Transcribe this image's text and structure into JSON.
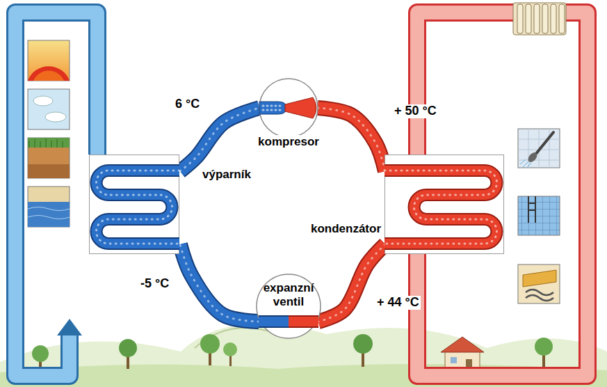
{
  "diagram": {
    "nodes": [
      {
        "text": [
          "výparník"
        ]
      },
      {
        "text": [
          "kompresor"
        ]
      },
      {
        "text": [
          "kondenzátor"
        ]
      },
      {
        "text": [
          "expanzní ventil"
        ]
      }
    ],
    "edges": [
      {
        "from": 0,
        "to": 1,
        "label": "6 °C",
        "arrow": "none"
      },
      {
        "from": 1,
        "to": 2,
        "label": "+ 50 °C",
        "arrow": "none"
      },
      {
        "from": 2,
        "to": 3,
        "label": "+ 44 °C",
        "arrow": "none"
      },
      {
        "from": 3,
        "to": 0,
        "label": "-5 °C",
        "arrow": "none"
      }
    ]
  }
}
